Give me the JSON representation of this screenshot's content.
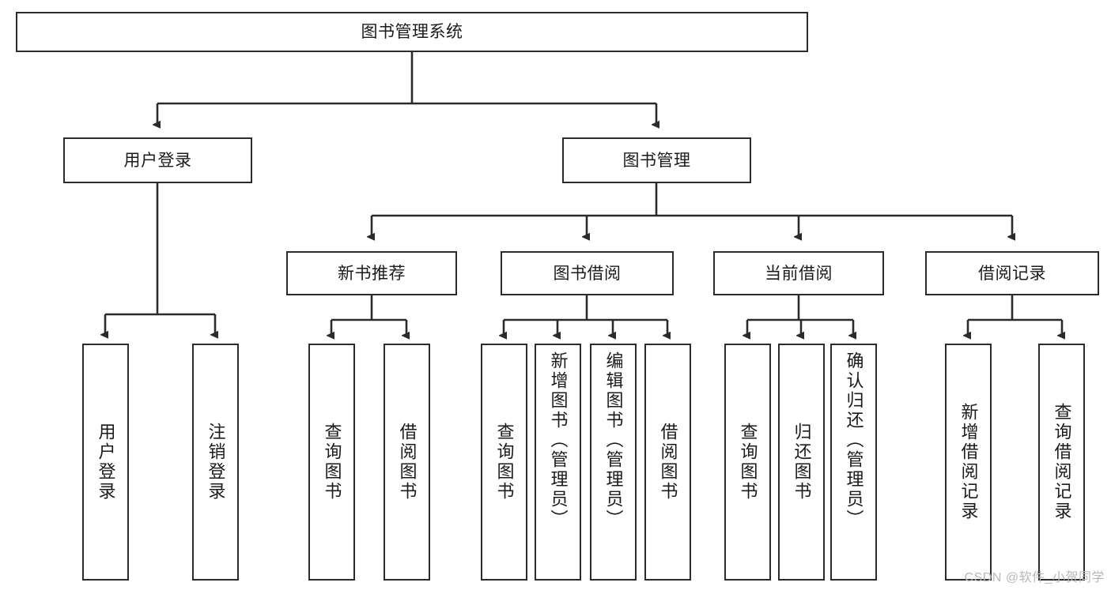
{
  "diagram": {
    "title": "图书管理系统",
    "type": "tree",
    "colors": {
      "box_border": "#2b2b2b",
      "box_fill": "#ffffff",
      "edge": "#2b2b2b",
      "text": "#1b1b1b",
      "watermark": "#b9b9b9"
    },
    "root": {
      "label": "图书管理系统"
    },
    "level2": [
      {
        "id": "user-login",
        "label": "用户登录"
      },
      {
        "id": "book-manage",
        "label": "图书管理"
      }
    ],
    "level3": [
      {
        "id": "new-book-rec",
        "label": "新书推荐"
      },
      {
        "id": "book-borrow",
        "label": "图书借阅"
      },
      {
        "id": "current-borrow",
        "label": "当前借阅"
      },
      {
        "id": "borrow-record",
        "label": "借阅记录"
      }
    ],
    "leaves": {
      "user_login": [
        {
          "id": "leaf-user-login",
          "label": "用户登录"
        },
        {
          "id": "leaf-user-logout",
          "label": "注销登录"
        }
      ],
      "new_book_rec": [
        {
          "id": "leaf-query-book-1",
          "label": "查询图书"
        },
        {
          "id": "leaf-borrow-book-1",
          "label": "借阅图书"
        }
      ],
      "book_borrow": [
        {
          "id": "leaf-query-book-2",
          "label": "查询图书"
        },
        {
          "id": "leaf-add-book",
          "label": "新增图书（管理员）"
        },
        {
          "id": "leaf-edit-book",
          "label": "编辑图书（管理员）"
        },
        {
          "id": "leaf-borrow-book-2",
          "label": "借阅图书"
        }
      ],
      "current_borrow": [
        {
          "id": "leaf-query-book-3",
          "label": "查询图书"
        },
        {
          "id": "leaf-return-book",
          "label": "归还图书"
        },
        {
          "id": "leaf-confirm-return",
          "label": "确认归还（管理员）"
        }
      ],
      "borrow_record": [
        {
          "id": "leaf-add-record",
          "label": "新增借阅记录"
        },
        {
          "id": "leaf-query-record",
          "label": "查询借阅记录"
        }
      ]
    }
  },
  "watermark": {
    "text": "CSDN @软件_小贺同学"
  }
}
